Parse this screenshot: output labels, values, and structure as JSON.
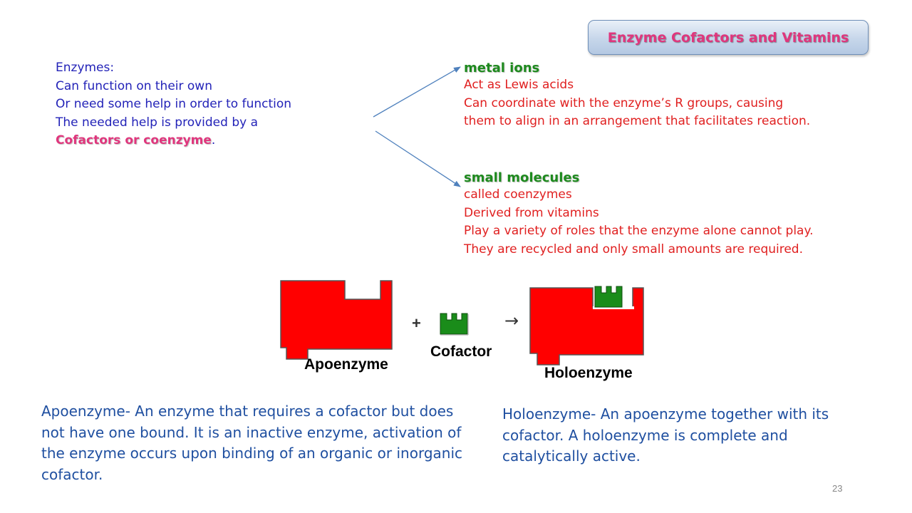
{
  "title": "Enzyme Cofactors and Vitamins",
  "intro": {
    "line1": "Enzymes:",
    "line2": "Can function on their own",
    "line3": "Or need some help in order to function",
    "line4": "The needed help is provided by a",
    "cofactor_term": "Cofactors or coenzyme",
    "period": "."
  },
  "metal_ions": {
    "heading": "metal ions",
    "lines": [
      "Act as Lewis acids",
      "Can coordinate with the enzyme’s R groups, causing",
      "them to align in an arrangement that facilitates reaction."
    ]
  },
  "small_molecules": {
    "heading": "small molecules",
    "lines": [
      "called coenzymes",
      "Derived from vitamins",
      "Play a variety of roles that the enzyme alone cannot play.",
      "They are recycled and only small amounts are required."
    ]
  },
  "diagram": {
    "apoenzyme_label": "Apoenzyme",
    "plus": "+",
    "cofactor_label": "Cofactor",
    "arrow": "→",
    "holoenzyme_label": "Holoenzyme",
    "enzyme_color": "#ff0000",
    "cofactor_color": "#1a8c1a"
  },
  "apoenzyme_desc": "Apoenzyme- An enzyme that requires a cofactor but does not have one bound. It is an inactive enzyme, activation of the enzyme occurs upon binding of an organic or inorganic cofactor.",
  "holoenzyme_desc": "Holoenzyme- An apoenzyme together with its cofactor. A holoenzyme is complete and catalytically active.",
  "page_number": "23"
}
